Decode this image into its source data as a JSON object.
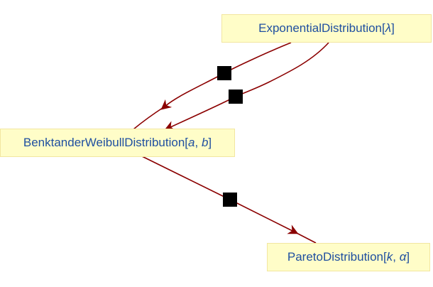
{
  "nodes": {
    "exponential": {
      "name": "ExponentialDistribution",
      "open": "[",
      "params": [
        "λ"
      ],
      "close": "]"
    },
    "benktander": {
      "name": "BenktanderWeibullDistribution",
      "open": "[",
      "params": [
        "a",
        "b"
      ],
      "sep": ", ",
      "close": "]"
    },
    "pareto": {
      "name": "ParetoDistribution",
      "open": "[",
      "params": [
        "k",
        "α"
      ],
      "sep": ", ",
      "close": "]"
    }
  },
  "edges": [
    {
      "from": "exponential",
      "to": "benktander"
    },
    {
      "from": "exponential",
      "to": "benktander"
    },
    {
      "from": "benktander",
      "to": "pareto"
    }
  ],
  "colors": {
    "edge": "#8b0000",
    "node_bg": "#fffdc8",
    "node_text": "#1f4fa0",
    "marker": "#000000"
  }
}
